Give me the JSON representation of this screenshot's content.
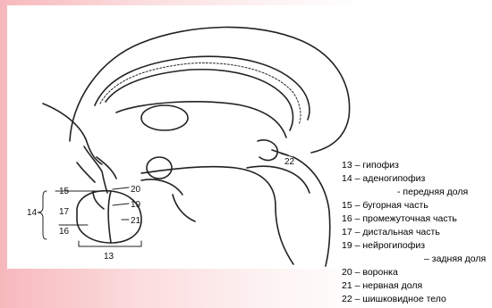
{
  "diagram_labels": {
    "l15": "15",
    "l14": "14",
    "l17": "17",
    "l16": "16",
    "l20": "20",
    "l19": "19",
    "l21": "21",
    "l13": "13",
    "l22": "22"
  },
  "legend": [
    {
      "text": "13 – гипофиз"
    },
    {
      "text": "14 – аденогипофиз"
    },
    {
      "text": "- передняя доля"
    },
    {
      "text": "15 – бугорная часть"
    },
    {
      "text": "16 – промежуточная часть"
    },
    {
      "text": "17 – дистальная часть"
    },
    {
      "text": "19 – нейрогипофиз"
    },
    {
      "text": "– задняя доля"
    },
    {
      "text": "20 – воронка"
    },
    {
      "text": "21 – нервная доля"
    },
    {
      "text": "22 – шишковидное тело"
    }
  ]
}
